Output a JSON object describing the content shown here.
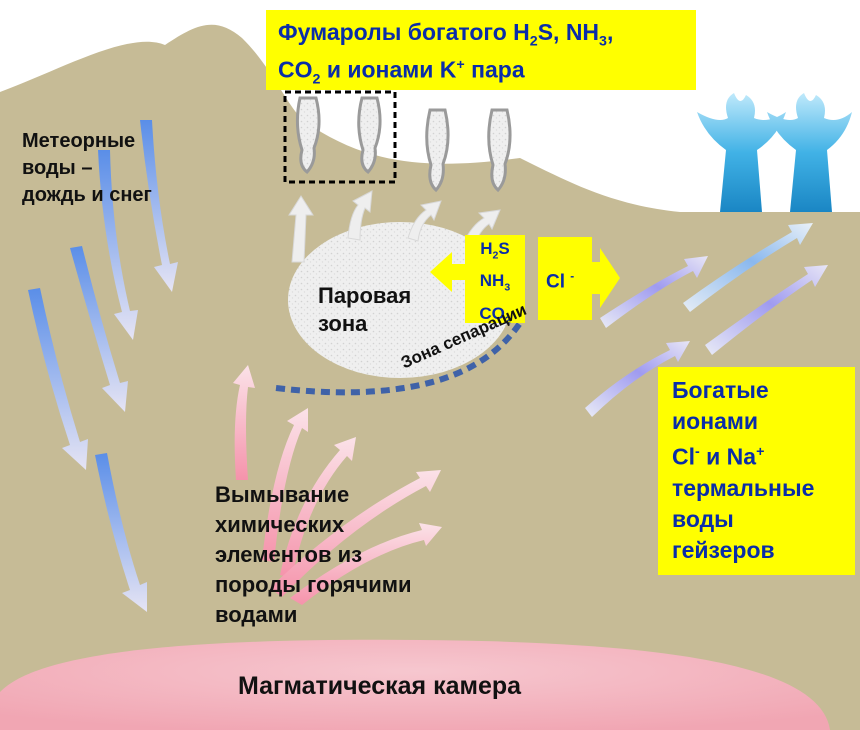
{
  "title_box": {
    "line1": {
      "a": "Фумаролы богатого H",
      "b": "2",
      "c": "S, NH",
      "d": "3",
      "e": ","
    },
    "line2": {
      "a": "CO",
      "b": "2",
      "c": " и ионами K",
      "d": "+",
      "e": " пара"
    }
  },
  "meteoric": {
    "line1": "Метеорные",
    "line2": "воды –",
    "line3": "дождь и снег"
  },
  "steam_zone": {
    "line1": "Паровая",
    "line2": "зона"
  },
  "gases": {
    "h2s": {
      "a": "H",
      "b": "2",
      "c": "S"
    },
    "nh3": {
      "a": "NH",
      "b": "3"
    },
    "co2": {
      "a": "CO",
      "b": "2"
    }
  },
  "chloride": {
    "a": "Cl",
    "b": "-"
  },
  "separation_zone": "Зона сепарации",
  "leaching": {
    "line1": "Вымывание",
    "line2": "химических",
    "line3": "элементов из",
    "line4": "породы горячими",
    "line5": "водами"
  },
  "thermal_waters": {
    "line1": "Богатые",
    "line2": "ионами",
    "line3": {
      "a": "Cl",
      "b": "-",
      "c": " и Na",
      "d": "+"
    },
    "line4": "термальные",
    "line5": "воды",
    "line6": "гейзеров"
  },
  "magma_chamber": "Магматическая камера",
  "colors": {
    "ground": "#c6bb96",
    "label_box": "#ffff00",
    "label_text": "#0a2da8",
    "magma": "#f4b8c2",
    "steam": "#eeeeee",
    "separation": "#3f62a8"
  }
}
